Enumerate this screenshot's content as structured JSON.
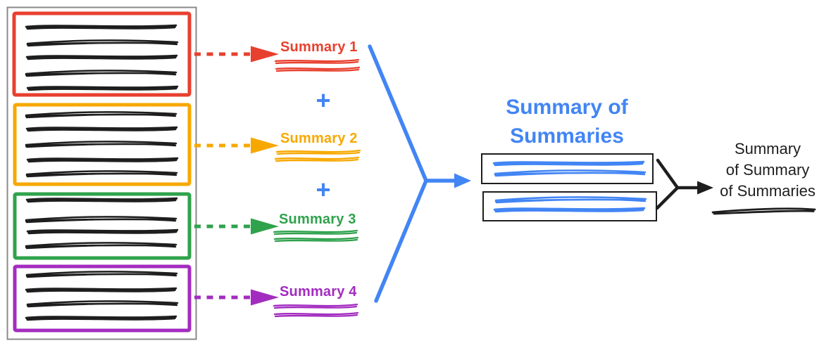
{
  "colors": {
    "red": "#E8402F",
    "orange": "#F7A800",
    "green": "#2FA24C",
    "purple": "#A32CC0",
    "blue": "#4285F4",
    "ink": "#1E1E1E",
    "frame_gray": "#8A8A8A",
    "background": "#FFFFFF"
  },
  "document": {
    "sections": [
      {
        "color": "red"
      },
      {
        "color": "orange"
      },
      {
        "color": "green"
      },
      {
        "color": "purple"
      }
    ]
  },
  "summaries": [
    {
      "label": "Summary 1",
      "color": "red"
    },
    {
      "label": "Summary 2",
      "color": "orange"
    },
    {
      "label": "Summary 3",
      "color": "green"
    },
    {
      "label": "Summary 4",
      "color": "purple"
    }
  ],
  "operators": {
    "plus": "+"
  },
  "summary_of_summaries": {
    "line1": "Summary of",
    "line2": "Summaries"
  },
  "final_summary": {
    "line1": "Summary",
    "line2": "of Summary",
    "line3": "of Summaries"
  }
}
